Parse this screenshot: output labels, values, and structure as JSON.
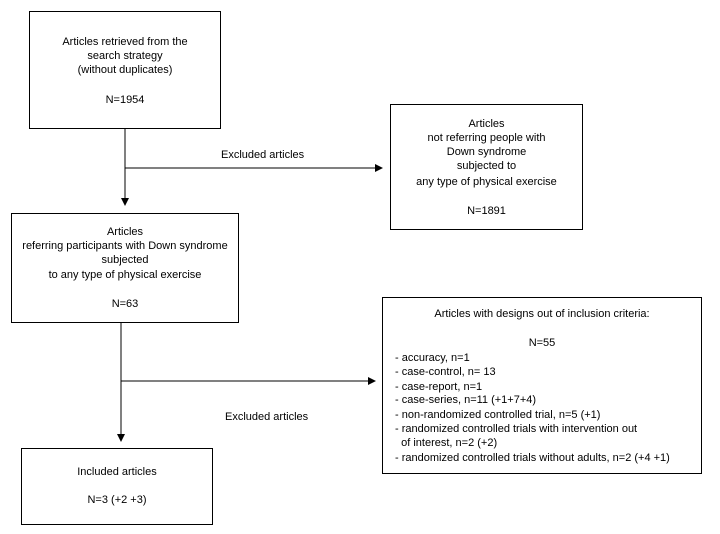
{
  "box1": {
    "lines": [
      "Articles retrieved  from the",
      "search strategy",
      "(without duplicates)"
    ],
    "count": "N=1954"
  },
  "excluded_label_1": "Excluded articles",
  "box2": {
    "lines": [
      "Articles",
      "not referring people with",
      "Down syndrome",
      "subjected to",
      "any type of physical exercise"
    ],
    "count": "N=1891"
  },
  "box3": {
    "lines": [
      "Articles",
      "referring participants with Down syndrome",
      "subjected",
      "to any type of physical exercise"
    ],
    "count": "N=63"
  },
  "box4": {
    "title": "Articles with designs out of inclusion criteria:",
    "count": "N=55",
    "items": [
      "- accuracy, n=1",
      "- case-control, n= 13",
      "- case-report, n=1",
      "- case-series, n=11 (+1+7+4)",
      "- non-randomized controlled trial, n=5 (+1)",
      "- randomized controlled trials with intervention out",
      "  of interest, n=2 (+2)",
      "- randomized controlled trials without adults, n=2 (+4 +1)"
    ]
  },
  "excluded_label_2": "Excluded articles",
  "box5": {
    "title": "Included articles",
    "count": "N=3 (+2 +3)"
  }
}
